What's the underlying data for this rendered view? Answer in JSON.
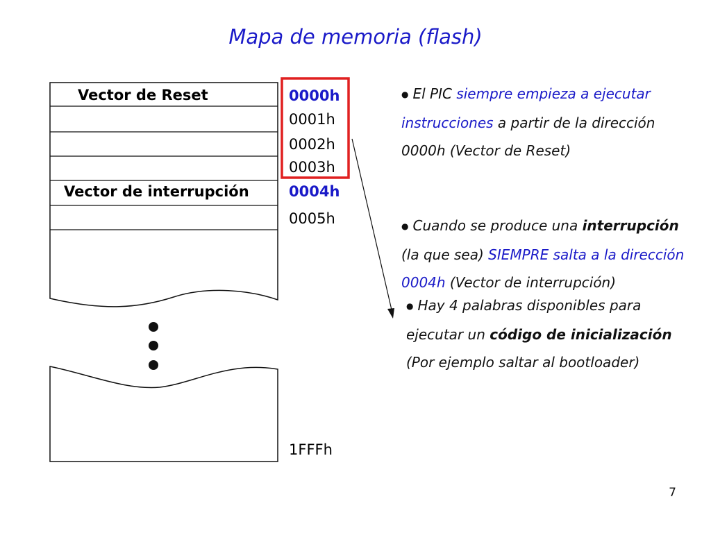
{
  "title": "Mapa de memoria (flash)",
  "memory_map": {
    "cells": [
      "Vector de Reset",
      "",
      "",
      "",
      "Vector de interrupción",
      ""
    ],
    "addresses": [
      {
        "label": "0000h",
        "highlight": true
      },
      {
        "label": "0001h",
        "highlight": false
      },
      {
        "label": "0002h",
        "highlight": false
      },
      {
        "label": "0003h",
        "highlight": false
      },
      {
        "label": "0004h",
        "highlight": true
      },
      {
        "label": "0005h",
        "highlight": false
      }
    ],
    "end_address": "1FFFh",
    "colors": {
      "box": "#e02020",
      "highlight_text": "#1a1ac8"
    }
  },
  "notes": {
    "n1": {
      "p1": "El PIC ",
      "p2": "siempre empieza a ejecutar instrucciones",
      "p3": " a partir de la dirección 0000h (Vector de Reset)"
    },
    "n2": {
      "p1": "Cuando se produce una ",
      "p2": "interrupción",
      "p3": " (la que sea) ",
      "p4": "SIEMPRE salta a la dirección 0004h",
      "p5": " (Vector de interrupción)"
    },
    "n3": {
      "p1": "Hay 4 palabras disponibles para ejecutar un ",
      "p2": "código de inicialización",
      "p3": " (Por ejemplo saltar al bootloader)"
    }
  },
  "page_number": "7"
}
